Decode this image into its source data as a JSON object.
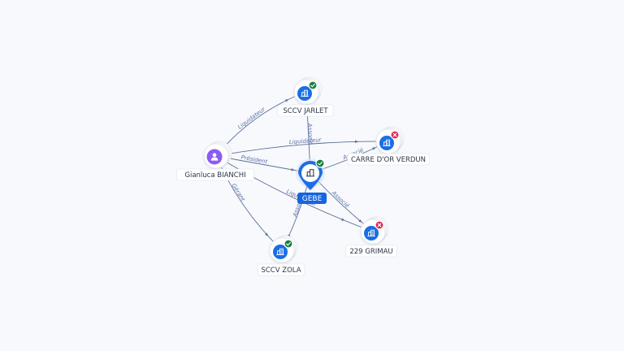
{
  "graph": {
    "focus": "GEBE",
    "nodes": [
      {
        "id": "gebe",
        "label": "GEBE",
        "kind": "company",
        "status": "active",
        "focus": true,
        "icon": "building-icon"
      },
      {
        "id": "jarlet",
        "label": "SCCV JARLET",
        "kind": "company",
        "status": "active",
        "icon": "building-icon"
      },
      {
        "id": "verdun",
        "label": "CARRE D'OR VERDUN",
        "kind": "company",
        "status": "closed",
        "icon": "building-icon"
      },
      {
        "id": "grimau",
        "label": "229 GRIMAU",
        "kind": "company",
        "status": "closed",
        "icon": "building-icon"
      },
      {
        "id": "zola",
        "label": "SCCV ZOLA",
        "kind": "company",
        "status": "active",
        "icon": "building-icon"
      },
      {
        "id": "bianchi",
        "label": "Gianluca BIANCHI",
        "kind": "person",
        "icon": "person-icon"
      }
    ],
    "edges": [
      {
        "from": "bianchi",
        "to": "jarlet",
        "label": "Liquidateur"
      },
      {
        "from": "bianchi",
        "to": "verdun",
        "label": "Liquidateur"
      },
      {
        "from": "bianchi",
        "to": "gebe",
        "label": "Président"
      },
      {
        "from": "bianchi",
        "to": "grimau",
        "label": "Liquidateur"
      },
      {
        "from": "bianchi",
        "to": "zola",
        "label": "Gérant"
      },
      {
        "from": "gebe",
        "to": "jarlet",
        "label": "Associé"
      },
      {
        "from": "gebe",
        "to": "verdun",
        "label": "Associé"
      },
      {
        "from": "gebe",
        "to": "grimau",
        "label": "Associé"
      },
      {
        "from": "gebe",
        "to": "zola",
        "label": "Associé"
      }
    ]
  },
  "colors": {
    "company": "#1a6ee6",
    "person": "#8b5cf6",
    "status_active": "#15803d",
    "status_closed": "#dc2650",
    "edge": "#5d6f96",
    "edge_label": "#5b6fb0",
    "focus_label_bg": "#1565e0",
    "background": "#f7f9fc"
  }
}
